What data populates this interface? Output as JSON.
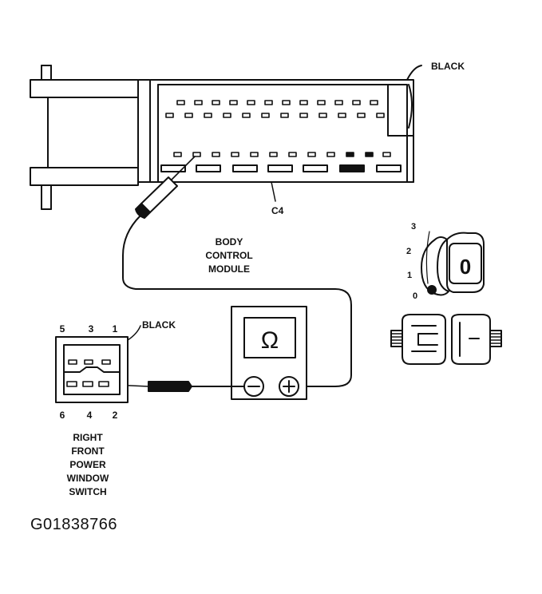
{
  "labels": {
    "bcm_connector_color": "BLACK",
    "bcm_connector_id": "C4",
    "bcm_name_line1": "BODY",
    "bcm_name_line2": "CONTROL",
    "bcm_name_line3": "MODULE",
    "switch_connector_color": "BLACK",
    "switch_pins_top": [
      "5",
      "3",
      "1"
    ],
    "switch_pins_bottom": [
      "6",
      "4",
      "2"
    ],
    "switch_name": [
      "RIGHT",
      "FRONT",
      "POWER",
      "WINDOW",
      "SWITCH"
    ],
    "ignition_positions": [
      "3",
      "2",
      "1",
      "0"
    ],
    "ignition_key_symbol": "0",
    "meter_symbol": "Ω",
    "meter_negative": "−",
    "meter_positive": "+"
  },
  "figure_code": "G01838766"
}
